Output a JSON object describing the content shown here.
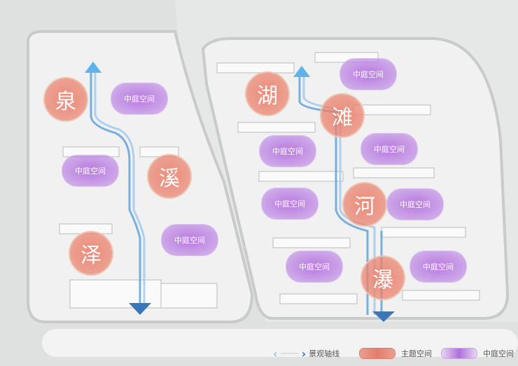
{
  "themes": [
    "泉",
    "溪",
    "泽",
    "湖",
    "滩",
    "河",
    "瀑"
  ],
  "courtyard_label": "中庭空间",
  "legend": {
    "axis": "景观轴线",
    "theme": "主题空间",
    "courtyard": "中庭空间"
  },
  "colors": {
    "axis": "#5b9fd8",
    "theme": "#e8806a",
    "courtyard": "#b070dd"
  }
}
